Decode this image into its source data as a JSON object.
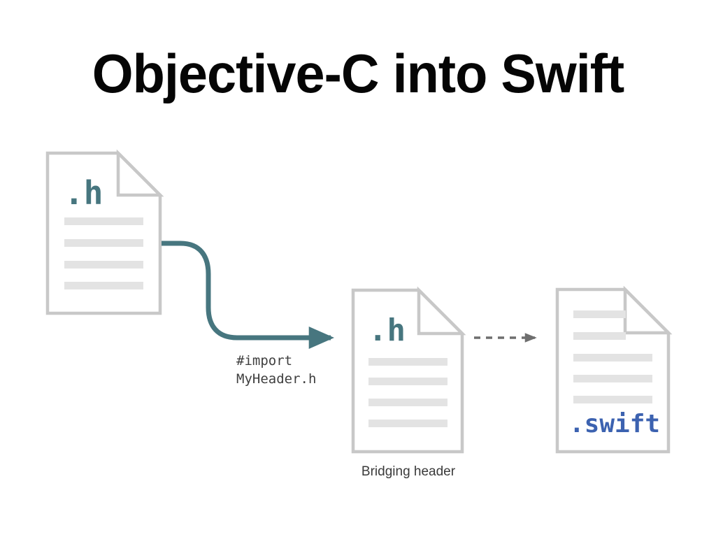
{
  "slide": {
    "title": "Objective-C into Swift",
    "background_color": "#ffffff",
    "title_color": "#050505"
  },
  "palette": {
    "doc_border": "#c8c8c8",
    "doc_fill": "#ffffff",
    "doc_line": "#e3e3e3",
    "teal": "#47767f",
    "blue": "#3c62b0",
    "text_gray": "#3f3f3f",
    "dashed_gray": "#6e6e6e"
  },
  "diagram": {
    "documents": [
      {
        "id": "objc-header",
        "extension_label": ".h",
        "extension_color": "#47767f",
        "extension_position": "top",
        "content_lines": 4,
        "caption": ""
      },
      {
        "id": "bridging-header",
        "extension_label": ".h",
        "extension_color": "#47767f",
        "extension_position": "top",
        "content_lines": 4,
        "caption": "Bridging header"
      },
      {
        "id": "swift-file",
        "extension_label": ".swift",
        "extension_color": "#3c62b0",
        "extension_position": "bottom",
        "content_lines": 5,
        "caption": ""
      }
    ],
    "connectors": [
      {
        "id": "import-connector",
        "style": "solid-curved-arrow",
        "color": "#47767f",
        "label_line1": "#import",
        "label_line2": "MyHeader.h",
        "from": "objc-header",
        "to": "bridging-header"
      },
      {
        "id": "exposure-connector",
        "style": "dashed-arrow",
        "color": "#6e6e6e",
        "label_line1": "",
        "label_line2": "",
        "from": "bridging-header",
        "to": "swift-file"
      }
    ]
  },
  "labels": {
    "import_block": "#import\nMyHeader.h",
    "bridging_caption": "Bridging header"
  }
}
